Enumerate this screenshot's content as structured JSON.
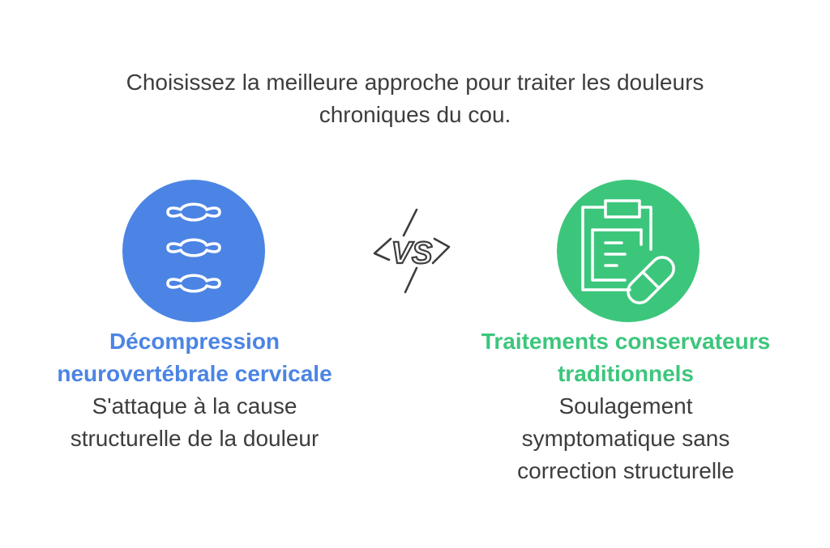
{
  "header": {
    "title": "Choisissez la meilleure approche pour traiter les douleurs\nchroniques du cou."
  },
  "options": [
    {
      "title": "Décompression\nneurovertébrale cervicale",
      "description": "S'attaque à la cause\nstructurelle de la douleur",
      "icon": "spine-icon",
      "color": "#4b84e4"
    },
    {
      "title": "Traitements conservateurs\ntraditionnels",
      "description": "Soulagement\nsymptomatique sans\ncorrection structurelle",
      "icon": "clipboard-pill-icon",
      "color": "#3cc67c"
    }
  ],
  "versus": {
    "label": "VS",
    "icon": "lightning-vs-icon"
  }
}
